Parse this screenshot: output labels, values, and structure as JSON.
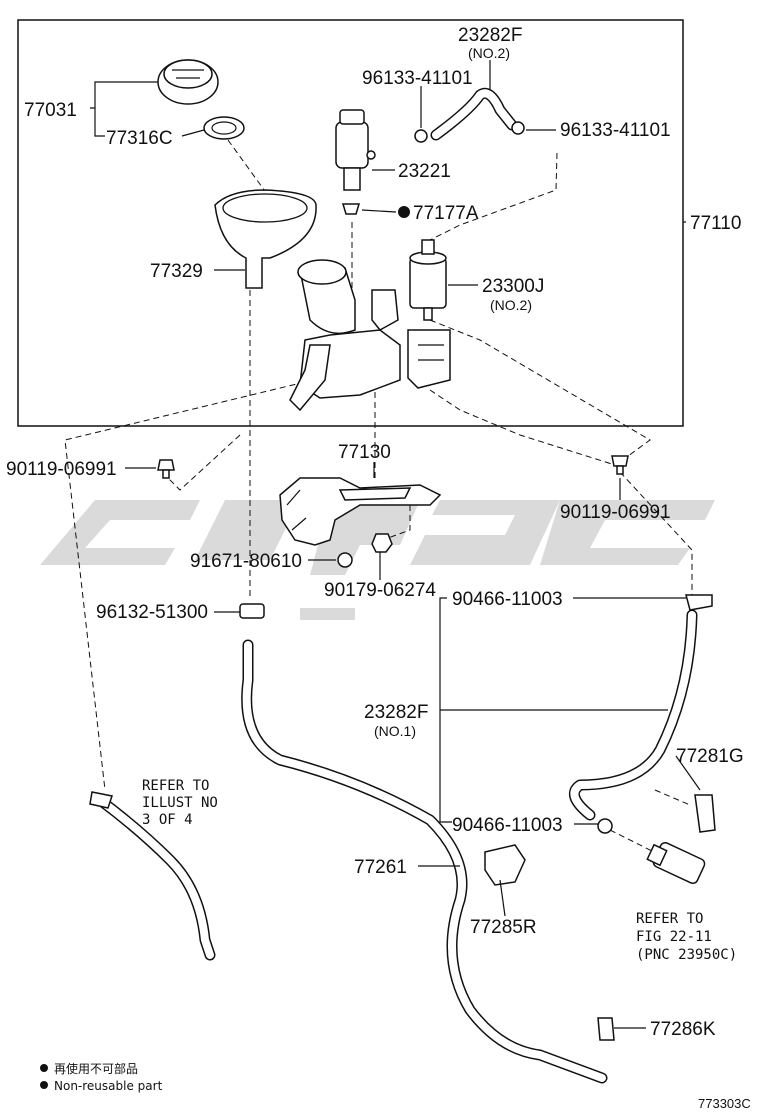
{
  "labels": {
    "p77031": "77031",
    "p77316C": "77316C",
    "p23282F_top": "23282F",
    "p23282F_top_sub": "(NO.2)",
    "p96133_left": "96133-41101",
    "p96133_right": "96133-41101",
    "p23221": "23221",
    "p77177A": "77177A",
    "p77110": "77110",
    "p77329": "77329",
    "p23300J": "23300J",
    "p23300J_sub": "(NO.2)",
    "p90119_left": "90119-06991",
    "p90119_right": "90119-06991",
    "p77130": "77130",
    "p91671": "91671-80610",
    "p90179": "90179-06274",
    "p96132": "96132-51300",
    "p90466_top": "90466-11003",
    "p23282F_mid": "23282F",
    "p23282F_mid_sub": "(NO.1)",
    "p77281G": "77281G",
    "p90466_bottom": "90466-11003",
    "p77261": "77261",
    "p77285R": "77285R",
    "p77286K": "77286K"
  },
  "refer_left": [
    "REFER TO",
    "ILLUST NO",
    "3 OF 4"
  ],
  "refer_right": [
    "REFER TO",
    "FIG 22-11",
    "(PNC 23950C)"
  ],
  "legend": {
    "chinese": "再使用不可部品",
    "english": "Non-reusable part"
  },
  "figure_id": "773303C",
  "colors": {
    "line": "#111111",
    "watermark": "#d4d4d4",
    "background": "#ffffff"
  }
}
